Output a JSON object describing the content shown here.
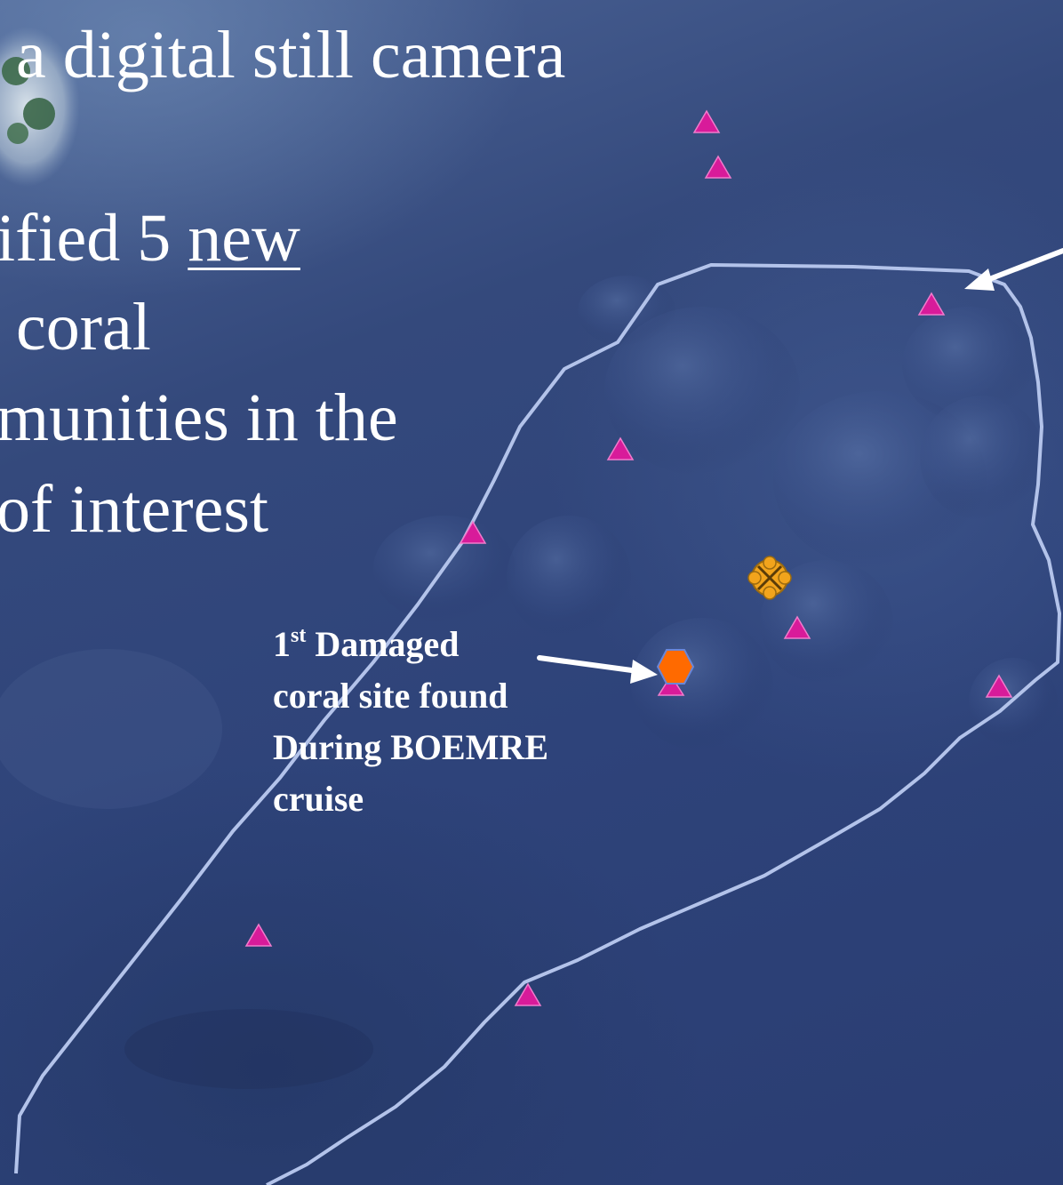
{
  "slide_text": {
    "line1": "a digital still camera",
    "line2_prefix": "ified 5 ",
    "line2_underlined": "new",
    "line3": "coral",
    "line4": "munities in the",
    "line5": "of interest"
  },
  "callout": {
    "ordinal_number": "1",
    "ordinal_suffix": "st",
    "line1_rest": " Damaged",
    "line2": "coral site found",
    "line3": "During BOEMRE",
    "line4": "cruise"
  },
  "colors": {
    "boundary_line": "#b3c3ea",
    "coral_triangle": "#d81b9a",
    "damaged_site_hexagon": "#ff6a00",
    "wreck_marker": "#f2a41c",
    "text": "#ffffff",
    "arrow": "#ffffff"
  },
  "icons": {
    "survey_site": "magenta-triangle-icon",
    "damaged_site": "orange-hexagon-icon",
    "wreck_site": "crossed-circle-icon"
  }
}
